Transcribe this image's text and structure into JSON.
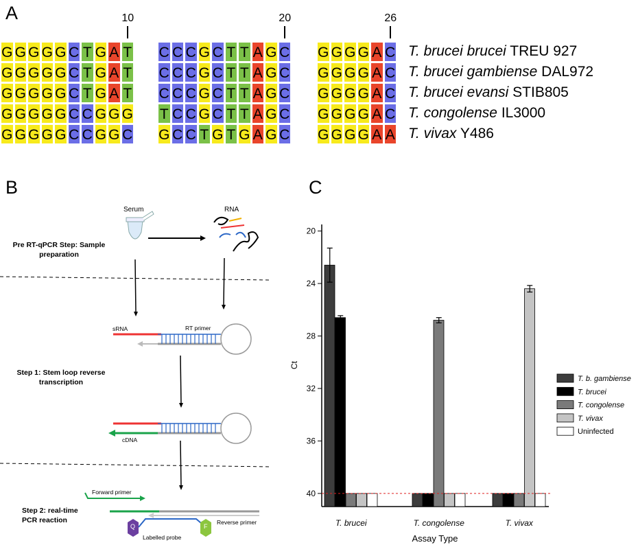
{
  "panel_labels": {
    "a": "A",
    "b": "B",
    "c": "C"
  },
  "colors": {
    "G": "#f7ea1c",
    "C": "#6b6ee6",
    "T": "#7bc148",
    "A": "#e9452b"
  },
  "alignment": {
    "position_markers": [
      "10",
      "20",
      "26"
    ],
    "rows": [
      {
        "blocks": [
          "GGGGGCTGAT",
          "CCCGCTTAGC",
          "GGGGAC"
        ],
        "species_italic": "T. brucei brucei",
        "strain": "TREU 927"
      },
      {
        "blocks": [
          "GGGGGCTGAT",
          "CCCGCTTAGC",
          "GGGGAC"
        ],
        "species_italic": "T. brucei gambiense",
        "strain": "DAL972"
      },
      {
        "blocks": [
          "GGGGGCTGAT",
          "CCCGCTTAGC",
          "GGGGAC"
        ],
        "species_italic": "T. brucei evansi",
        "strain": "STIB805"
      },
      {
        "blocks": [
          "GGGGGCCGGG",
          "TCCGCTTAGC",
          "GGGGAC"
        ],
        "species_italic": "T. congolense",
        "strain": "IL3000"
      },
      {
        "blocks": [
          "GGGGGCCGGC",
          "GCCTGTGAGC",
          "GGGGAA"
        ],
        "species_italic": "T. vivax",
        "strain": "Y486"
      }
    ]
  },
  "workflow": {
    "serum_label": "Serum",
    "rna_label": "RNA",
    "pre_step": "Pre RT-qPCR Step: Sample preparation",
    "srna_label": "sRNA",
    "rt_primer_label": "RT primer",
    "step1": "Step 1:  Stem loop reverse transcription",
    "cdna_label": "cDNA",
    "forward_primer": "Forward primer",
    "step2": "Step 2: real-time PCR reaction",
    "reverse_primer": "Reverse primer",
    "labelled_probe": "Labelled probe",
    "quencher": "Q",
    "fluor": "F"
  },
  "chart_data": {
    "type": "bar",
    "title": "",
    "xlabel": "Assay Type",
    "ylabel": "Ct",
    "y_inverted": true,
    "ylim": [
      41,
      19.5
    ],
    "yticks": [
      "20",
      "24",
      "28",
      "32",
      "36",
      "40"
    ],
    "threshold": 40,
    "categories": [
      "T. brucei",
      "T. congolense",
      "T. vivax"
    ],
    "series": [
      {
        "name": "T. b. gambiense",
        "values": [
          22.6,
          40,
          40
        ],
        "errors": [
          1.3,
          0,
          0
        ],
        "color": "#3d3d3d"
      },
      {
        "name": "T. brucei",
        "values": [
          26.6,
          40,
          40
        ],
        "errors": [
          0.15,
          0,
          0
        ],
        "color": "#000000"
      },
      {
        "name": "T. congolense",
        "values": [
          40,
          26.8,
          40
        ],
        "errors": [
          0,
          0.2,
          0
        ],
        "color": "#7a7a7a"
      },
      {
        "name": "T. vivax",
        "values": [
          40,
          40,
          24.4
        ],
        "errors": [
          0,
          0,
          0.25
        ],
        "color": "#c4c4c4"
      },
      {
        "name": "Uninfected",
        "values": [
          40,
          40,
          40
        ],
        "errors": [
          0,
          0,
          0
        ],
        "color": "#ffffff"
      }
    ],
    "legend_position": "right"
  }
}
